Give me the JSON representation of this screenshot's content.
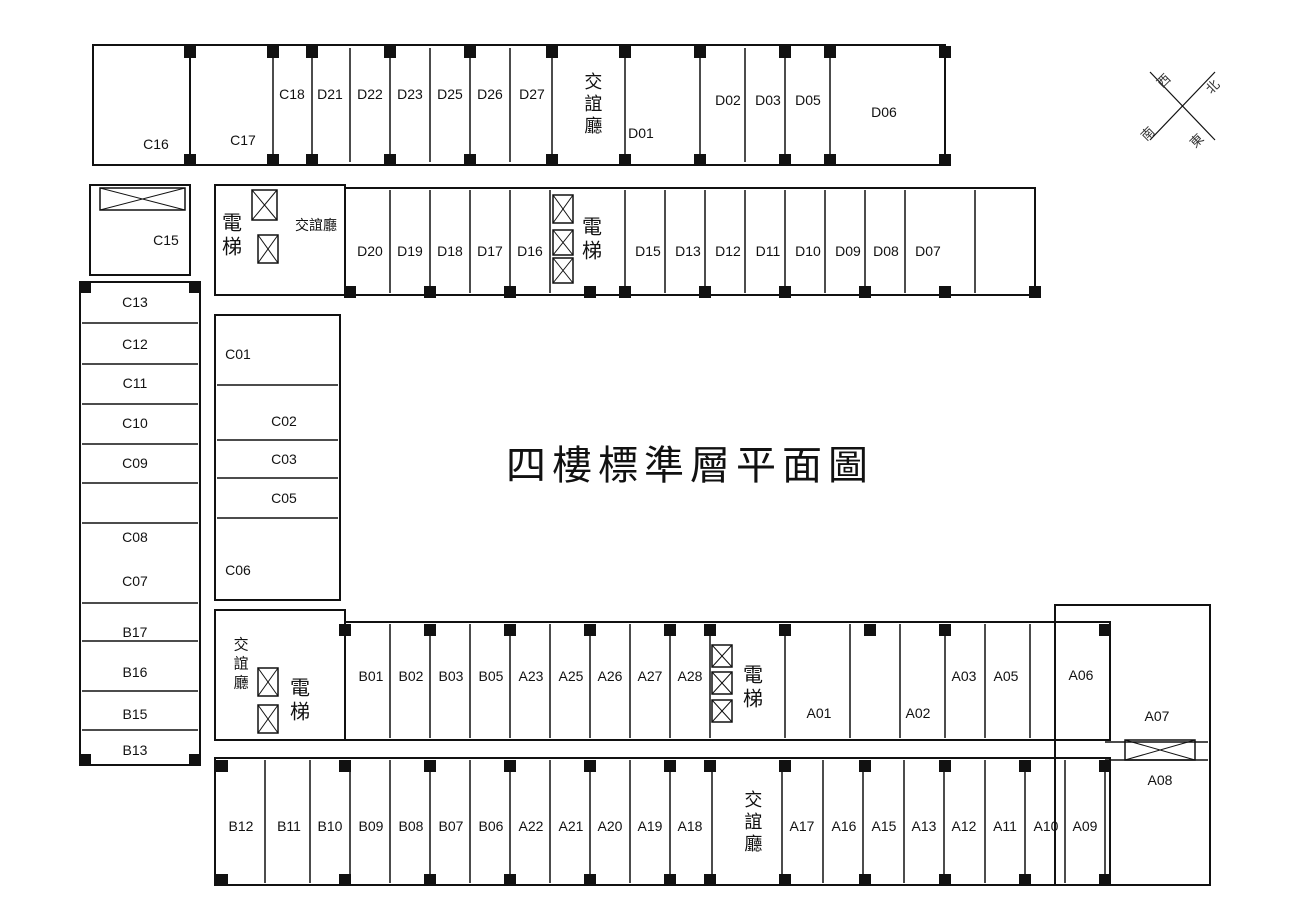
{
  "title": "四樓標準層平面圖",
  "compass": {
    "west": "西",
    "north": "北",
    "south": "南",
    "east": "東"
  },
  "lounge_label": "交誼廳",
  "elevator_label": "電梯",
  "rooms": {
    "north_top": [
      "C16",
      "C17",
      "C18",
      "D21",
      "D22",
      "D23",
      "D25",
      "D26",
      "D27",
      "D01",
      "D02",
      "D03",
      "D05",
      "D06"
    ],
    "north_bottom": [
      "C15",
      "D20",
      "D19",
      "D18",
      "D17",
      "D16",
      "D15",
      "D13",
      "D12",
      "D11",
      "D10",
      "D09",
      "D08",
      "D07"
    ],
    "west_outer": [
      "C13",
      "C12",
      "C11",
      "C10",
      "C09",
      "C08",
      "C07",
      "B17",
      "B16",
      "B15",
      "B13"
    ],
    "west_inner": [
      "C01",
      "C02",
      "C03",
      "C05",
      "C06"
    ],
    "south_top": [
      "B01",
      "B02",
      "B03",
      "B05",
      "A23",
      "A25",
      "A26",
      "A27",
      "A28",
      "A01",
      "A02",
      "A03",
      "A05",
      "A06",
      "A07",
      "A08"
    ],
    "south_bottom": [
      "B12",
      "B11",
      "B10",
      "B09",
      "B08",
      "B07",
      "B06",
      "A22",
      "A21",
      "A20",
      "A19",
      "A18",
      "A17",
      "A16",
      "A15",
      "A13",
      "A12",
      "A11",
      "A10",
      "A09"
    ]
  }
}
